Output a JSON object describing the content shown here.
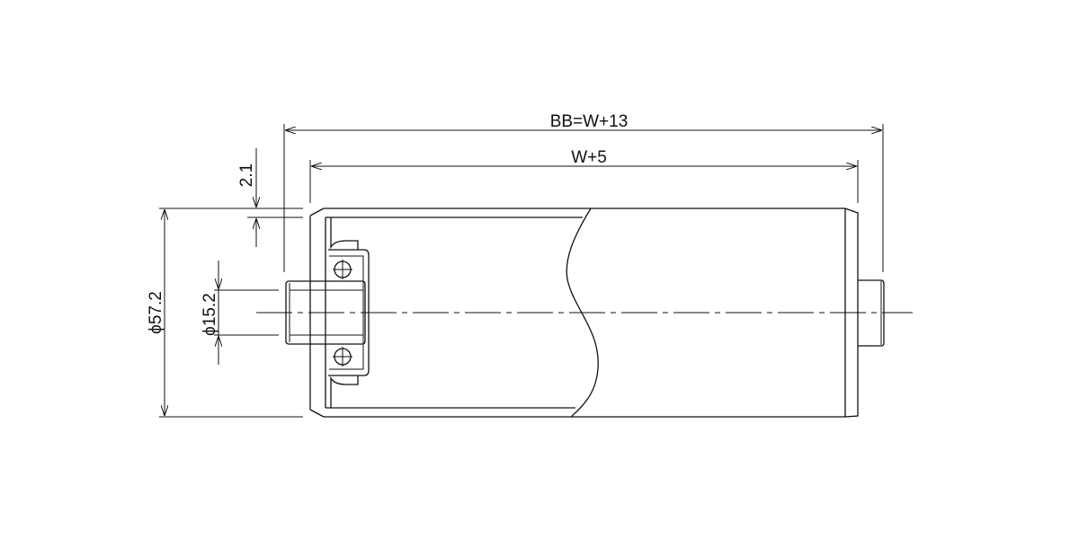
{
  "drawing": {
    "title": "Conveyor roller dimension drawing",
    "dimensions": {
      "overall_length": "BB=W+13",
      "tube_length": "W+5",
      "tube_diameter": "ϕ57.2",
      "shaft_diameter": "ϕ15.2",
      "chamfer": "2.1"
    },
    "line_color": "#111111"
  }
}
